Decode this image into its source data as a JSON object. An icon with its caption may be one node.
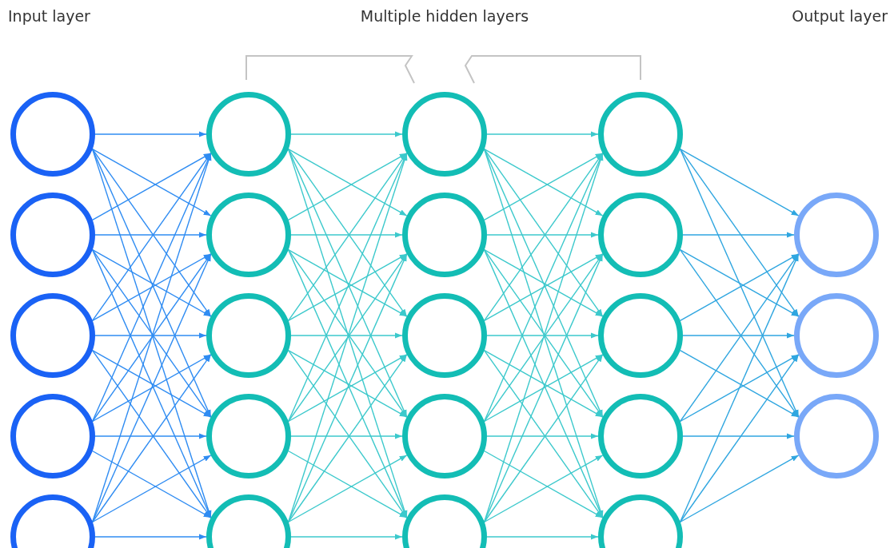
{
  "diagram": {
    "nodes": [
      {
        "text": [],
        "shape": "circle"
      },
      {
        "text": [],
        "shape": "circle"
      },
      {
        "text": [],
        "shape": "circle"
      },
      {
        "text": [],
        "shape": "circle"
      },
      {
        "text": [],
        "shape": "circle"
      },
      {
        "text": [],
        "shape": "circle"
      },
      {
        "text": [],
        "shape": "circle"
      },
      {
        "text": [],
        "shape": "circle"
      },
      {
        "text": [],
        "shape": "circle"
      },
      {
        "text": [],
        "shape": "circle"
      },
      {
        "text": [],
        "shape": "circle"
      },
      {
        "text": [],
        "shape": "circle"
      },
      {
        "text": [],
        "shape": "circle"
      },
      {
        "text": [],
        "shape": "circle"
      },
      {
        "text": [],
        "shape": "circle"
      },
      {
        "text": [],
        "shape": "circle"
      },
      {
        "text": [],
        "shape": "circle"
      },
      {
        "text": [],
        "shape": "circle"
      },
      {
        "text": [],
        "shape": "circle"
      },
      {
        "text": [],
        "shape": "circle"
      },
      {
        "text": [],
        "shape": "circle"
      },
      {
        "text": [],
        "shape": "circle"
      },
      {
        "text": [],
        "shape": "circle"
      }
    ],
    "edges": [
      {
        "from": 0,
        "to": 5,
        "arrow": "to",
        "color": "#2f8cf2"
      },
      {
        "from": 0,
        "to": 6,
        "arrow": "to",
        "color": "#2f8cf2"
      },
      {
        "from": 0,
        "to": 7,
        "arrow": "to",
        "color": "#2f8cf2"
      },
      {
        "from": 0,
        "to": 8,
        "arrow": "to",
        "color": "#2f8cf2"
      },
      {
        "from": 0,
        "to": 9,
        "arrow": "to",
        "color": "#2f8cf2"
      },
      {
        "from": 1,
        "to": 5,
        "arrow": "to",
        "color": "#2f8cf2"
      },
      {
        "from": 1,
        "to": 6,
        "arrow": "to",
        "color": "#2f8cf2"
      },
      {
        "from": 1,
        "to": 7,
        "arrow": "to",
        "color": "#2f8cf2"
      },
      {
        "from": 1,
        "to": 8,
        "arrow": "to",
        "color": "#2f8cf2"
      },
      {
        "from": 1,
        "to": 9,
        "arrow": "to",
        "color": "#2f8cf2"
      },
      {
        "from": 2,
        "to": 5,
        "arrow": "to",
        "color": "#2f8cf2"
      },
      {
        "from": 2,
        "to": 6,
        "arrow": "to",
        "color": "#2f8cf2"
      },
      {
        "from": 2,
        "to": 7,
        "arrow": "to",
        "color": "#2f8cf2"
      },
      {
        "from": 2,
        "to": 8,
        "arrow": "to",
        "color": "#2f8cf2"
      },
      {
        "from": 2,
        "to": 9,
        "arrow": "to",
        "color": "#2f8cf2"
      },
      {
        "from": 3,
        "to": 5,
        "arrow": "to",
        "color": "#2f8cf2"
      },
      {
        "from": 3,
        "to": 6,
        "arrow": "to",
        "color": "#2f8cf2"
      },
      {
        "from": 3,
        "to": 7,
        "arrow": "to",
        "color": "#2f8cf2"
      },
      {
        "from": 3,
        "to": 8,
        "arrow": "to",
        "color": "#2f8cf2"
      },
      {
        "from": 3,
        "to": 9,
        "arrow": "to",
        "color": "#2f8cf2"
      },
      {
        "from": 4,
        "to": 5,
        "arrow": "to",
        "color": "#2f8cf2"
      },
      {
        "from": 4,
        "to": 6,
        "arrow": "to",
        "color": "#2f8cf2"
      },
      {
        "from": 4,
        "to": 7,
        "arrow": "to",
        "color": "#2f8cf2"
      },
      {
        "from": 4,
        "to": 8,
        "arrow": "to",
        "color": "#2f8cf2"
      },
      {
        "from": 4,
        "to": 9,
        "arrow": "to",
        "color": "#2f8cf2"
      },
      {
        "from": 5,
        "to": 10,
        "arrow": "to"
      },
      {
        "from": 5,
        "to": 11,
        "arrow": "to"
      },
      {
        "from": 5,
        "to": 12,
        "arrow": "to"
      },
      {
        "from": 5,
        "to": 13,
        "arrow": "to"
      },
      {
        "from": 5,
        "to": 14,
        "arrow": "to"
      },
      {
        "from": 6,
        "to": 10,
        "arrow": "to"
      },
      {
        "from": 6,
        "to": 11,
        "arrow": "to"
      },
      {
        "from": 6,
        "to": 12,
        "arrow": "to"
      },
      {
        "from": 6,
        "to": 13,
        "arrow": "to"
      },
      {
        "from": 6,
        "to": 14,
        "arrow": "to"
      },
      {
        "from": 7,
        "to": 10,
        "arrow": "to"
      },
      {
        "from": 7,
        "to": 11,
        "arrow": "to"
      },
      {
        "from": 7,
        "to": 12,
        "arrow": "to"
      },
      {
        "from": 7,
        "to": 13,
        "arrow": "to"
      },
      {
        "from": 7,
        "to": 14,
        "arrow": "to"
      },
      {
        "from": 8,
        "to": 10,
        "arrow": "to"
      },
      {
        "from": 8,
        "to": 11,
        "arrow": "to"
      },
      {
        "from": 8,
        "to": 12,
        "arrow": "to"
      },
      {
        "from": 8,
        "to": 13,
        "arrow": "to"
      },
      {
        "from": 8,
        "to": 14,
        "arrow": "to"
      },
      {
        "from": 9,
        "to": 10,
        "arrow": "to"
      },
      {
        "from": 9,
        "to": 11,
        "arrow": "to"
      },
      {
        "from": 9,
        "to": 12,
        "arrow": "to"
      },
      {
        "from": 9,
        "to": 13,
        "arrow": "to"
      },
      {
        "from": 9,
        "to": 14,
        "arrow": "to"
      },
      {
        "from": 10,
        "to": 15,
        "arrow": "to"
      },
      {
        "from": 10,
        "to": 16,
        "arrow": "to"
      },
      {
        "from": 10,
        "to": 17,
        "arrow": "to"
      },
      {
        "from": 10,
        "to": 18,
        "arrow": "to"
      },
      {
        "from": 10,
        "to": 19,
        "arrow": "to"
      },
      {
        "from": 11,
        "to": 15,
        "arrow": "to"
      },
      {
        "from": 11,
        "to": 16,
        "arrow": "to"
      },
      {
        "from": 11,
        "to": 17,
        "arrow": "to"
      },
      {
        "from": 11,
        "to": 18,
        "arrow": "to"
      },
      {
        "from": 11,
        "to": 19,
        "arrow": "to"
      },
      {
        "from": 12,
        "to": 15,
        "arrow": "to"
      },
      {
        "from": 12,
        "to": 16,
        "arrow": "to"
      },
      {
        "from": 12,
        "to": 17,
        "arrow": "to"
      },
      {
        "from": 12,
        "to": 18,
        "arrow": "to"
      },
      {
        "from": 12,
        "to": 19,
        "arrow": "to"
      },
      {
        "from": 13,
        "to": 15,
        "arrow": "to"
      },
      {
        "from": 13,
        "to": 16,
        "arrow": "to"
      },
      {
        "from": 13,
        "to": 17,
        "arrow": "to"
      },
      {
        "from": 13,
        "to": 18,
        "arrow": "to"
      },
      {
        "from": 13,
        "to": 19,
        "arrow": "to"
      },
      {
        "from": 14,
        "to": 15,
        "arrow": "to"
      },
      {
        "from": 14,
        "to": 16,
        "arrow": "to"
      },
      {
        "from": 14,
        "to": 17,
        "arrow": "to"
      },
      {
        "from": 14,
        "to": 18,
        "arrow": "to"
      },
      {
        "from": 14,
        "to": 19,
        "arrow": "to"
      },
      {
        "from": 15,
        "to": 20,
        "arrow": "to",
        "color": "#2fa6e0"
      },
      {
        "from": 15,
        "to": 21,
        "arrow": "to",
        "color": "#2fa6e0"
      },
      {
        "from": 15,
        "to": 22,
        "arrow": "to",
        "color": "#2fa6e0"
      },
      {
        "from": 16,
        "to": 20,
        "arrow": "to",
        "color": "#2fa6e0"
      },
      {
        "from": 16,
        "to": 21,
        "arrow": "to",
        "color": "#2fa6e0"
      },
      {
        "from": 16,
        "to": 22,
        "arrow": "to",
        "color": "#2fa6e0"
      },
      {
        "from": 17,
        "to": 20,
        "arrow": "to",
        "color": "#2fa6e0"
      },
      {
        "from": 17,
        "to": 21,
        "arrow": "to",
        "color": "#2fa6e0"
      },
      {
        "from": 17,
        "to": 22,
        "arrow": "to",
        "color": "#2fa6e0"
      },
      {
        "from": 18,
        "to": 20,
        "arrow": "to",
        "color": "#2fa6e0"
      },
      {
        "from": 18,
        "to": 21,
        "arrow": "to",
        "color": "#2fa6e0"
      },
      {
        "from": 18,
        "to": 22,
        "arrow": "to",
        "color": "#2fa6e0"
      },
      {
        "from": 19,
        "to": 20,
        "arrow": "to",
        "color": "#2fa6e0"
      },
      {
        "from": 19,
        "to": 21,
        "arrow": "to",
        "color": "#2fa6e0"
      },
      {
        "from": 19,
        "to": 22,
        "arrow": "to",
        "color": "#2fa6e0"
      }
    ],
    "labels": [
      "Input layer",
      "Multiple hidden layers",
      "Output layer"
    ]
  }
}
